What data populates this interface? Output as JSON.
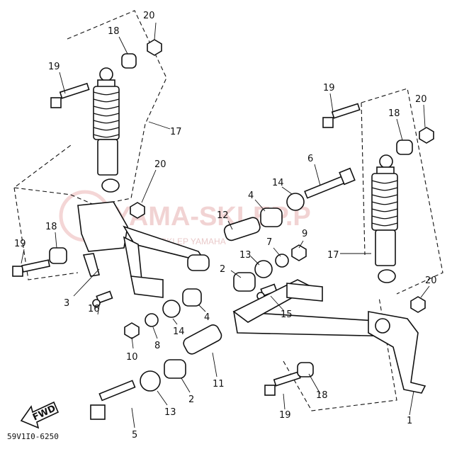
{
  "diagram_code": "59V1I0-6250",
  "fwd_label": "FWD",
  "watermark": {
    "title": "YAMA-SKLEP.P",
    "subtitle": "WEBSKLEP YAMAHA"
  },
  "callouts": {
    "c1": "1",
    "c2a": "2",
    "c2b": "2",
    "c3": "3",
    "c4a": "4",
    "c4b": "4",
    "c5": "5",
    "c6": "6",
    "c7": "7",
    "c8": "8",
    "c9": "9",
    "c10": "10",
    "c11": "11",
    "c12": "12",
    "c13a": "13",
    "c13b": "13",
    "c14a": "14",
    "c14b": "14",
    "c15": "15",
    "c16": "16",
    "c17a": "17",
    "c17b": "17",
    "c18a": "18",
    "c18b": "18",
    "c18c": "18",
    "c18d": "18",
    "c19a": "19",
    "c19b": "19",
    "c19c": "19",
    "c19d": "19",
    "c20a": "20",
    "c20b": "20",
    "c20c": "20",
    "c20d": "20"
  }
}
